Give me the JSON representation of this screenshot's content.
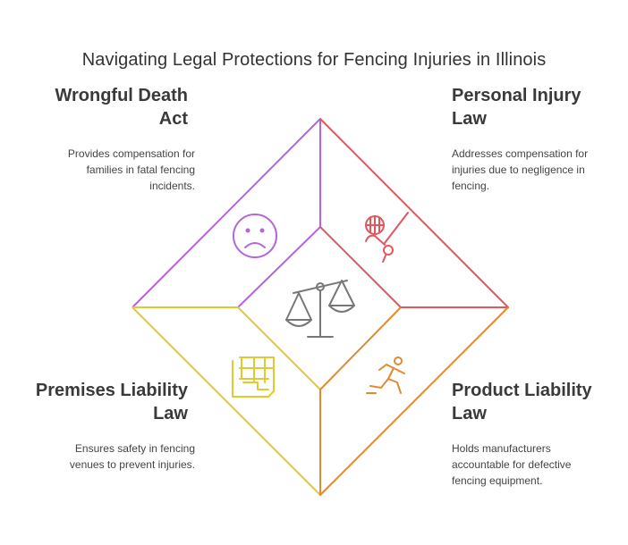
{
  "title": "Navigating Legal Protections for Fencing Injuries in Illinois",
  "sections": {
    "wrongful_death": {
      "heading_line1": "Wrongful Death",
      "heading_line2": "Act",
      "desc_line1": "Provides compensation for",
      "desc_line2": "families in fatal fencing",
      "desc_line3": "incidents.",
      "color": "#b565d9",
      "icon": "sad-face-icon"
    },
    "personal_injury": {
      "heading_line1": "Personal Injury",
      "heading_line2": "Law",
      "desc_line1": "Addresses compensation for",
      "desc_line2": "injuries due to negligence in",
      "desc_line3": "fencing.",
      "color": "#e0575d",
      "icon": "fencer-icon"
    },
    "premises_liability": {
      "heading_line1": "Premises Liability",
      "heading_line2": "Law",
      "desc_line1": "Ensures safety in fencing",
      "desc_line2": "venues to prevent injuries.",
      "color": "#e3c931",
      "icon": "floor-plan-icon"
    },
    "product_liability": {
      "heading_line1": "Product Liability",
      "heading_line2": "Law",
      "desc_line1": "Holds manufacturers",
      "desc_line2": "accountable for defective",
      "desc_line3": "fencing equipment.",
      "color": "#e08a33",
      "icon": "falling-person-icon"
    },
    "center": {
      "icon": "scales-icon",
      "color": "#777777"
    }
  }
}
